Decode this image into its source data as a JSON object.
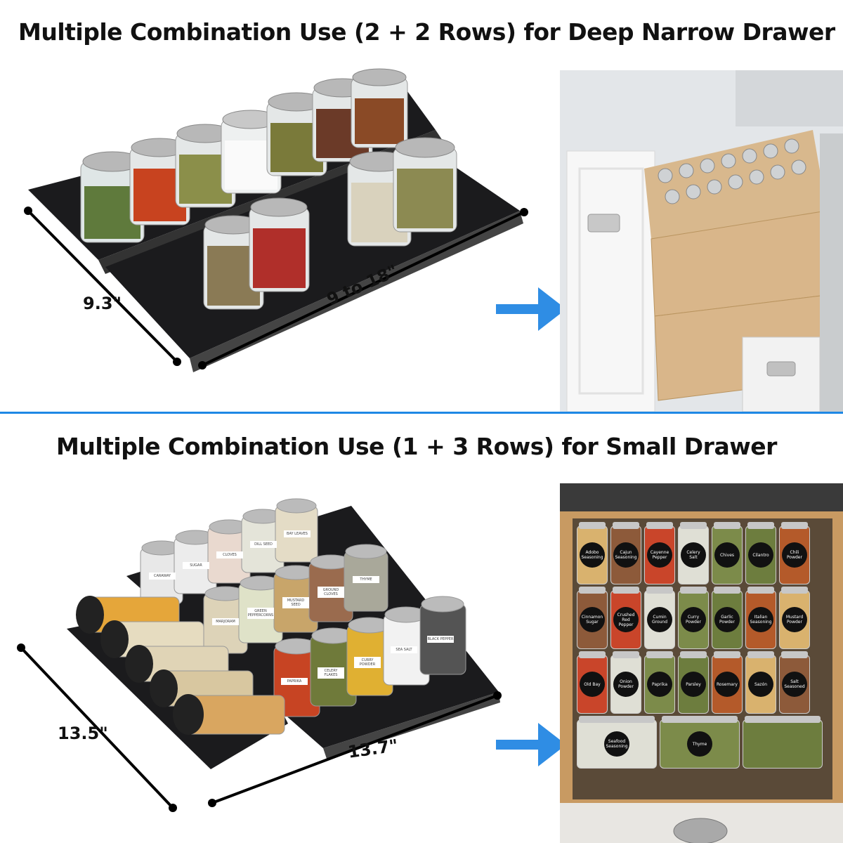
{
  "top_section": {
    "title": "Multiple Combination Use  (2 + 2 Rows) for Deep Narrow Drawer",
    "width_label": "9.3\"",
    "length_label": "9 to 18\""
  },
  "bottom_section": {
    "title": "Multiple Combination Use  (1 + 3 Rows) for Small Drawer",
    "width_label": "13.5\"",
    "length_label": "13.7\""
  },
  "drawer_jar_labels": [
    [
      "Adobo Seasoning",
      "Cajun Seasoning",
      "Cayenne Pepper",
      "Celery Salt",
      "Chives",
      "Cilantro",
      "Chili Powder"
    ],
    [
      "Cinnamon Sugar",
      "Crushed Red Pepper",
      "Cumin Ground",
      "Curry Powder",
      "Garlic Powder",
      "Italian Seasoning",
      "Mustard Powder"
    ],
    [
      "Old Bay",
      "Onion Powder",
      "Paprika",
      "Parsley",
      "Rosemary",
      "Sazón",
      "Salt Seasoned"
    ],
    [
      "Seafood Seasoning",
      "Thyme",
      ""
    ]
  ],
  "tray_jar_labels": [
    "CARAWAY",
    "SUGAR",
    "CLOVES",
    "DILL SEED",
    "BAY LEAVES",
    "MARJORAM",
    "GREEN PEPPERCORNS",
    "MUSTARD SEED",
    "GROUND CLOVES",
    "THYME",
    "PAPRIKA",
    "CELERY FLAKES",
    "CURRY POWDER",
    "SEA SALT",
    "BLACK PEPPER"
  ],
  "colors": {
    "arrow": "#2f8de4",
    "divider": "#1e88e5",
    "tray": "#1b1b1d"
  }
}
